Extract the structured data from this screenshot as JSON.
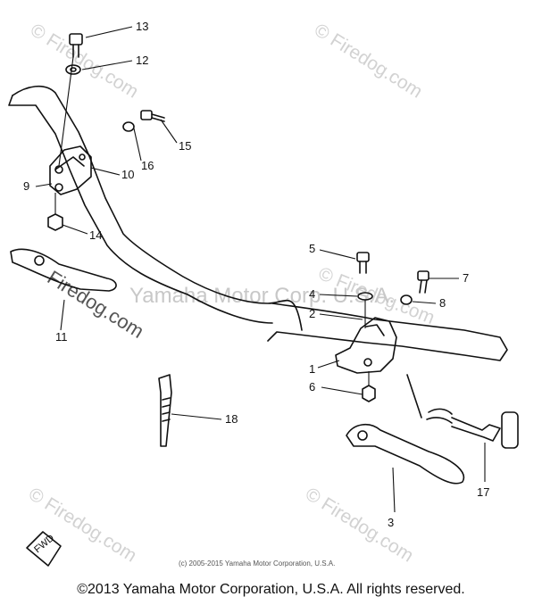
{
  "callouts": [
    {
      "num": "13"
    },
    {
      "num": "12"
    },
    {
      "num": "15"
    },
    {
      "num": "16"
    },
    {
      "num": "10"
    },
    {
      "num": "9"
    },
    {
      "num": "14"
    },
    {
      "num": "11"
    },
    {
      "num": "5"
    },
    {
      "num": "7"
    },
    {
      "num": "4"
    },
    {
      "num": "8"
    },
    {
      "num": "2"
    },
    {
      "num": "1"
    },
    {
      "num": "6"
    },
    {
      "num": "18"
    },
    {
      "num": "3"
    },
    {
      "num": "17"
    }
  ],
  "watermark": {
    "site": "© Firedog.com",
    "site_plain": "Firedog.com",
    "overlay": "Yamaha Motor Corp. U.S.A."
  },
  "inner_copyright": "(c) 2005-2015 Yamaha Motor Corporation, U.S.A.",
  "footer": "©2013 Yamaha Motor Corporation, U.S.A. All rights reserved.",
  "fwd_mark": "FWD"
}
